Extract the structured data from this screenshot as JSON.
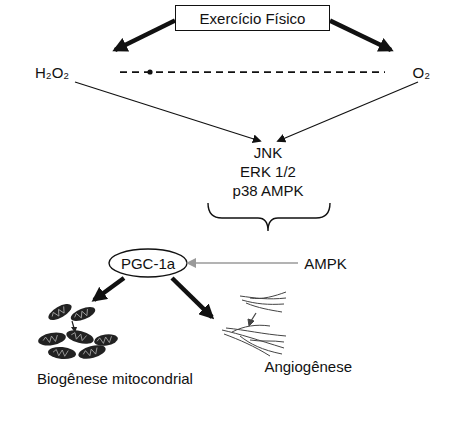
{
  "diagram": {
    "nodes": [
      {
        "text": [
          "Exercício Físico"
        ]
      },
      {
        "text": [
          "H₂O₂"
        ]
      },
      {
        "text": [
          "O₂"
        ]
      },
      {
        "text": [
          "JNK",
          "ERK 1/2",
          "p38 AMPK"
        ]
      },
      {
        "text": [
          "PGC-1a"
        ]
      },
      {
        "text": [
          "AMPK"
        ]
      },
      {
        "text": [
          "Biogênese mitocondrial"
        ]
      },
      {
        "text": [
          "Angiogênese"
        ]
      }
    ],
    "edges": [
      {
        "from": 0,
        "to": 1,
        "arrow": "to"
      },
      {
        "from": 0,
        "to": 2,
        "arrow": "to"
      },
      {
        "from": 1,
        "to": 2,
        "arrow": "none"
      },
      {
        "from": 1,
        "to": 3,
        "arrow": "to"
      },
      {
        "from": 2,
        "to": 3,
        "arrow": "to"
      },
      {
        "from": 5,
        "to": 4,
        "arrow": "to"
      },
      {
        "from": 4,
        "to": 6,
        "arrow": "to"
      },
      {
        "from": 4,
        "to": 7,
        "arrow": "to"
      }
    ]
  }
}
